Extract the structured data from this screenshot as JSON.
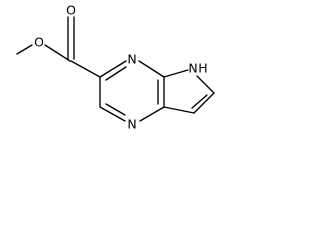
{
  "molecule": {
    "atoms": {
      "carbonyl_oxygen": "O",
      "ester_oxygen": "O",
      "pyrazine_nitrogen_upper": "N",
      "pyrazine_nitrogen_lower": "N",
      "pyrrole_nitrogen": "N",
      "pyrrole_hydrogen": "H"
    }
  },
  "colors": {
    "bond": "#000000",
    "label": "#000000",
    "background": "#ffffff"
  }
}
